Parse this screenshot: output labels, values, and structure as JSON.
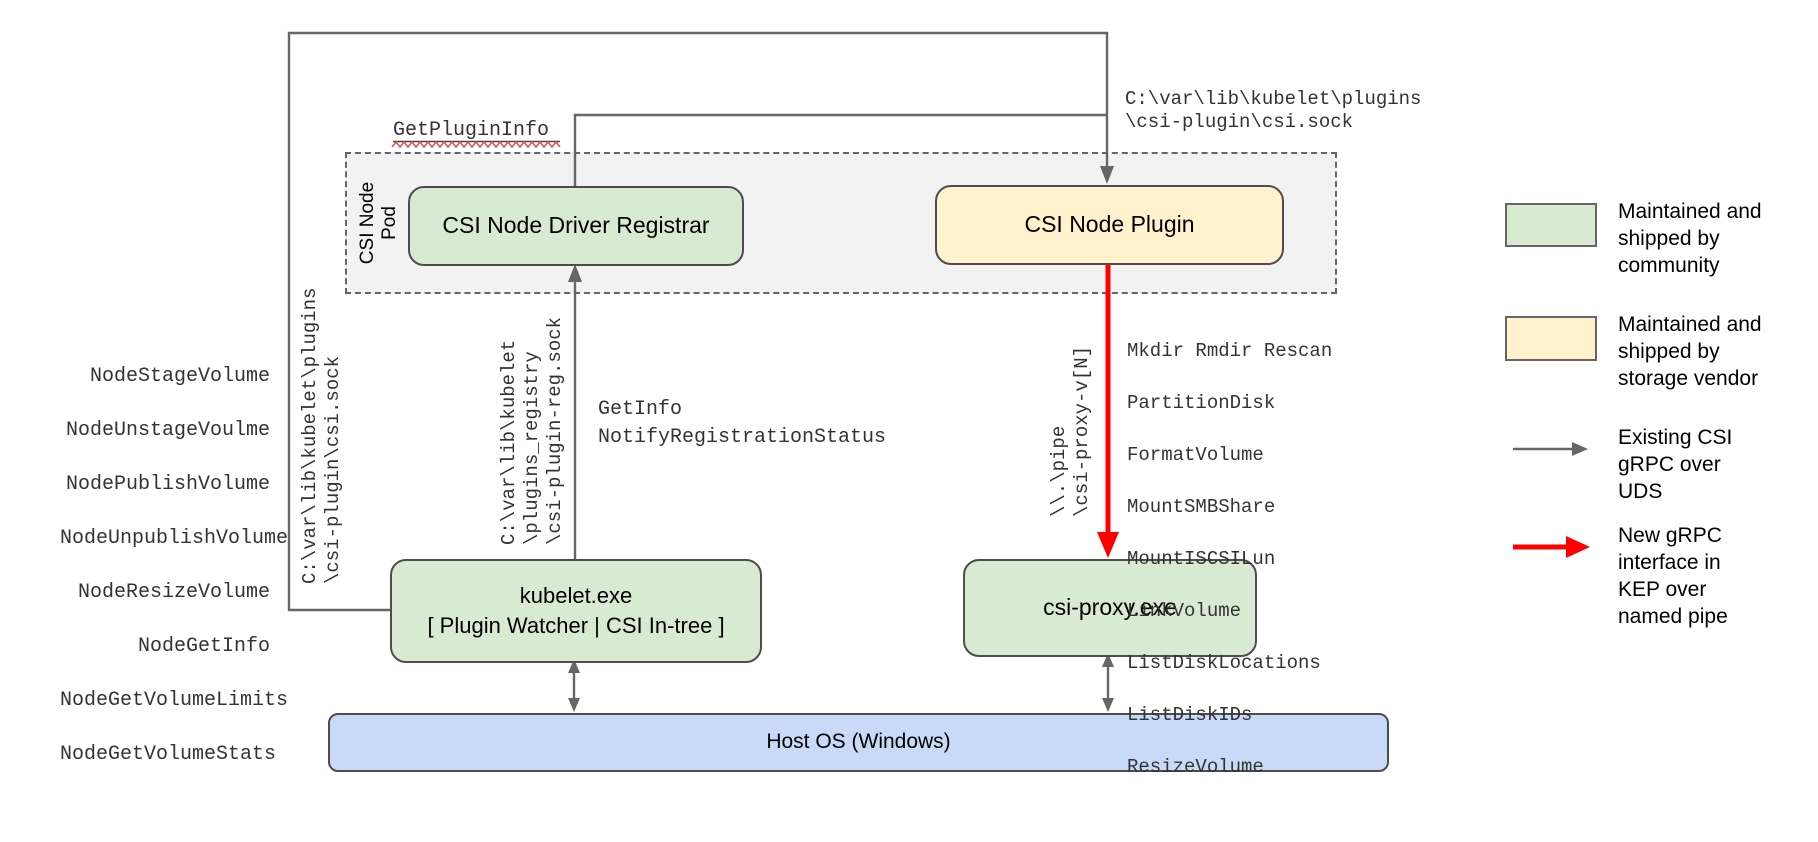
{
  "diagram": {
    "nodes": {
      "pod_label": "CSI Node Pod",
      "registrar": "CSI Node Driver Registrar",
      "plugin": "CSI Node Plugin",
      "kubelet": "kubelet.exe\n[ Plugin Watcher | CSI In-tree ]",
      "csi_proxy": "csi-proxy.exe",
      "host_os": "Host OS (Windows)"
    },
    "annotations": {
      "get_plugin_info": "GetPluginInfo",
      "csi_sock_path_top": "C:\\var\\lib\\kubelet\\plugins\n\\csi-plugin\\csi.sock",
      "csi_sock_path_left": "C:\\var\\lib\\kubelet\\plugins\n\\csi-plugin\\csi.sock",
      "registration_sock_path": "C:\\var\\lib\\kubelet\n\\plugins_registry\n\\csi-plugin-reg.sock",
      "registration_methods": "GetInfo\nNotifyRegistrationStatus",
      "pipe_path": "\\\\.\\pipe\n\\csi-proxy-v[N]"
    },
    "kubelet_csi_methods": [
      "NodeStageVolume",
      "NodeUnstageVoulme",
      "NodePublishVolume",
      "NodeUnpublishVolume",
      "NodeResizeVolume",
      "NodeGetInfo",
      "NodeGetVolumeLimits",
      "NodeGetVolumeStats"
    ],
    "proxy_methods": [
      "Mkdir Rmdir Rescan",
      "PartitionDisk",
      "FormatVolume",
      "MountSMBShare",
      "MountISCSILun",
      "LinkVolume",
      "ListDiskLocations",
      "ListDiskIDs",
      "ResizeVolume"
    ],
    "legend": [
      {
        "swatch": "green-box",
        "label": "Maintained and\nshipped by\ncommunity"
      },
      {
        "swatch": "yellow-box",
        "label": "Maintained and\nshipped by\nstorage vendor"
      },
      {
        "swatch": "gray-arrow",
        "label": "Existing CSI\ngRPC over\nUDS"
      },
      {
        "swatch": "red-arrow",
        "label": "New gRPC\ninterface in\nKEP over\nnamed pipe"
      }
    ],
    "colors": {
      "community_green": "#d9ead3",
      "vendor_yellow": "#fff2cc",
      "host_blue": "#c9daf8",
      "pod_gray": "#f2f2f2",
      "line_gray": "#666666",
      "new_interface_red": "#ff0000",
      "squiggle_red": "#e05252"
    }
  }
}
